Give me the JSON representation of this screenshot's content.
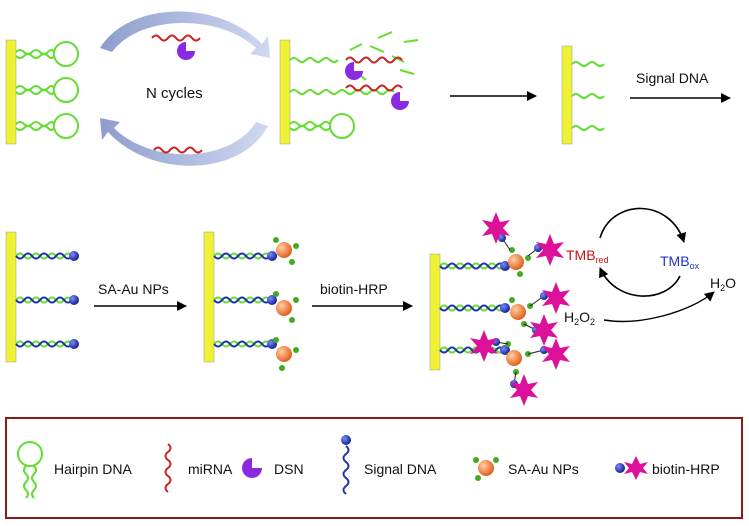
{
  "steps": {
    "cycles_label": "N cycles",
    "signal_dna_label": "Signal  DNA",
    "sa_au_label": "SA-Au NPs",
    "biotin_hrp_label": "biotin-HRP"
  },
  "reaction": {
    "tmb_red": "TMB",
    "tmb_red_sub": "red",
    "tmb_ox": "TMB",
    "tmb_ox_sub": "ox",
    "h2o2_main": "H",
    "h2o2_sub": "2",
    "h2o2_tail": "O",
    "h2o2_sub2": "2",
    "h2o_main": "H",
    "h2o_sub": "2",
    "h2o_tail": "O"
  },
  "legend": {
    "hairpin": "Hairpin DNA",
    "mirna": "miRNA",
    "dsn": "DSN",
    "signal": "Signal  DNA",
    "sa_au": "SA-Au NPs",
    "biotin_hrp": "biotin-HRP"
  },
  "colors": {
    "electrode": "#f0f034",
    "hairpin": "#66dd33",
    "mirna": "#cc2222",
    "dsn": "#8a2be2",
    "signal": "#2233aa",
    "gold": "#ee7733",
    "sa_cross": "#44aa22",
    "hrp": "#dd1199",
    "legend_border": "#8b1a1a",
    "tmb_red": "#cc1111",
    "tmb_ox": "#2233cc"
  }
}
